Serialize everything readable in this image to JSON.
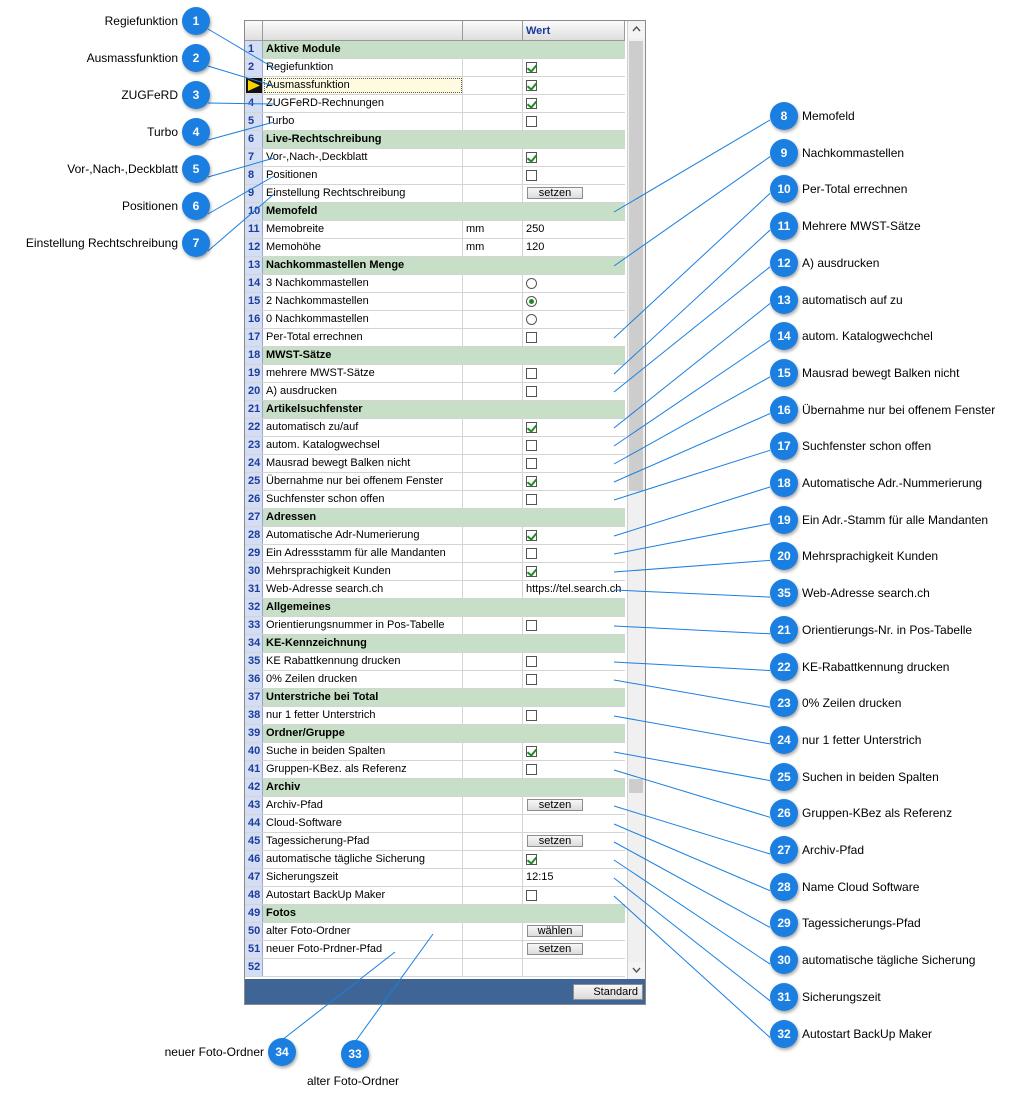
{
  "header": {
    "value_col": "Wert"
  },
  "footer": {
    "standard_label": "Standard"
  },
  "rows": [
    {
      "n": "1",
      "label": "Aktive Module",
      "section": true
    },
    {
      "n": "2",
      "label": "Regiefunktion",
      "type": "check",
      "checked": true
    },
    {
      "n": "3",
      "label": "Ausmassfunktion",
      "type": "check",
      "checked": true,
      "current": true
    },
    {
      "n": "4",
      "label": "ZUGFeRD-Rechnungen",
      "type": "check",
      "checked": true
    },
    {
      "n": "5",
      "label": "Turbo",
      "type": "check",
      "checked": false
    },
    {
      "n": "6",
      "label": "Live-Rechtschreibung",
      "section": true
    },
    {
      "n": "7",
      "label": "Vor-,Nach-,Deckblatt",
      "type": "check",
      "checked": true
    },
    {
      "n": "8",
      "label": "Positionen",
      "type": "check",
      "checked": false
    },
    {
      "n": "9",
      "label": "Einstellung Rechtschreibung",
      "type": "button",
      "button": "setzen"
    },
    {
      "n": "10",
      "label": "Memofeld",
      "section": true
    },
    {
      "n": "11",
      "label": "Memobreite",
      "unit": "mm",
      "type": "text",
      "value": "250"
    },
    {
      "n": "12",
      "label": "Memohöhe",
      "unit": "mm",
      "type": "text",
      "value": "120"
    },
    {
      "n": "13",
      "label": "Nachkommastellen Menge",
      "section": true
    },
    {
      "n": "14",
      "label": "3 Nachkommastellen",
      "type": "radio",
      "checked": false
    },
    {
      "n": "15",
      "label": "2 Nachkommastellen",
      "type": "radio",
      "checked": true
    },
    {
      "n": "16",
      "label": "0 Nachkommastellen",
      "type": "radio",
      "checked": false
    },
    {
      "n": "17",
      "label": "Per-Total errechnen",
      "type": "check",
      "checked": false
    },
    {
      "n": "18",
      "label": "MWST-Sätze",
      "section": true
    },
    {
      "n": "19",
      "label": "mehrere MWST-Sätze",
      "type": "check",
      "checked": false
    },
    {
      "n": "20",
      "label": "A) ausdrucken",
      "type": "check",
      "checked": false
    },
    {
      "n": "21",
      "label": "Artikelsuchfenster",
      "section": true
    },
    {
      "n": "22",
      "label": "automatisch zu/auf",
      "type": "check",
      "checked": true
    },
    {
      "n": "23",
      "label": "autom. Katalogwechsel",
      "type": "check",
      "checked": false
    },
    {
      "n": "24",
      "label": "Mausrad bewegt Balken nicht",
      "type": "check",
      "checked": false
    },
    {
      "n": "25",
      "label": "Übernahme nur bei offenem Fenster",
      "type": "check",
      "checked": true
    },
    {
      "n": "26",
      "label": "Suchfenster schon offen",
      "type": "check",
      "checked": false
    },
    {
      "n": "27",
      "label": "Adressen",
      "section": true
    },
    {
      "n": "28",
      "label": "Automatische Adr-Numerierung",
      "type": "check",
      "checked": true
    },
    {
      "n": "29",
      "label": "Ein Adressstamm für alle Mandanten",
      "type": "check",
      "checked": false
    },
    {
      "n": "30",
      "label": "Mehrsprachigkeit Kunden",
      "type": "check",
      "checked": true
    },
    {
      "n": "31",
      "label": "Web-Adresse search.ch",
      "type": "text",
      "value": "https://tel.search.ch"
    },
    {
      "n": "32",
      "label": "Allgemeines",
      "section": true
    },
    {
      "n": "33",
      "label": "Orientierungsnummer in Pos-Tabelle",
      "type": "check",
      "checked": false
    },
    {
      "n": "34",
      "label": "KE-Kennzeichnung",
      "section": true
    },
    {
      "n": "35",
      "label": "KE Rabattkennung drucken",
      "type": "check",
      "checked": false
    },
    {
      "n": "36",
      "label": "0% Zeilen drucken",
      "type": "check",
      "checked": false
    },
    {
      "n": "37",
      "label": "Unterstriche bei Total",
      "section": true
    },
    {
      "n": "38",
      "label": "nur 1 fetter Unterstrich",
      "type": "check",
      "checked": false
    },
    {
      "n": "39",
      "label": "Ordner/Gruppe",
      "section": true
    },
    {
      "n": "40",
      "label": "Suche in beiden Spalten",
      "type": "check",
      "checked": true
    },
    {
      "n": "41",
      "label": "Gruppen-KBez. als Referenz",
      "type": "check",
      "checked": false
    },
    {
      "n": "42",
      "label": "Archiv",
      "section": true
    },
    {
      "n": "43",
      "label": "Archiv-Pfad",
      "type": "button",
      "button": "setzen"
    },
    {
      "n": "44",
      "label": "Cloud-Software",
      "type": "text",
      "value": ""
    },
    {
      "n": "45",
      "label": "Tagessicherung-Pfad",
      "type": "button",
      "button": "setzen"
    },
    {
      "n": "46",
      "label": "automatische tägliche Sicherung",
      "type": "check",
      "checked": true
    },
    {
      "n": "47",
      "label": "Sicherungszeit",
      "type": "text",
      "value": "12:15"
    },
    {
      "n": "48",
      "label": "Autostart BackUp Maker",
      "type": "check",
      "checked": false
    },
    {
      "n": "49",
      "label": "Fotos",
      "section": true
    },
    {
      "n": "50",
      "label": "alter Foto-Ordner",
      "type": "button",
      "button": "wählen"
    },
    {
      "n": "51",
      "label": "neuer Foto-Prdner-Pfad",
      "type": "button",
      "button": "setzen"
    },
    {
      "n": "52",
      "label": "",
      "type": "text",
      "value": ""
    }
  ],
  "callouts_left": [
    {
      "num": "1",
      "text": "Regiefunktion",
      "target_row": 2
    },
    {
      "num": "2",
      "text": "Ausmassfunktion",
      "target_row": 3
    },
    {
      "num": "3",
      "text": "ZUGFeRD",
      "target_row": 4
    },
    {
      "num": "4",
      "text": "Turbo",
      "target_row": 5
    },
    {
      "num": "5",
      "text": "Vor-,Nach-,Deckblatt",
      "target_row": 7
    },
    {
      "num": "6",
      "text": "Positionen",
      "target_row": 8
    },
    {
      "num": "7",
      "text": "Einstellung Rechtschreibung",
      "target_row": 9
    }
  ],
  "callouts_right": [
    {
      "num": "8",
      "text": "Memofeld",
      "target_row": 10
    },
    {
      "num": "9",
      "text": "Nachkommastellen",
      "target_row": 13
    },
    {
      "num": "10",
      "text": "Per-Total errechnen",
      "target_row": 17
    },
    {
      "num": "11",
      "text": "Mehrere MWST-Sätze",
      "target_row": 19
    },
    {
      "num": "12",
      "text": "A) ausdrucken",
      "target_row": 20
    },
    {
      "num": "13",
      "text": "automatisch auf zu",
      "target_row": 22
    },
    {
      "num": "14",
      "text": "autom. Katalogwechchel",
      "target_row": 23
    },
    {
      "num": "15",
      "text": "Mausrad bewegt Balken nicht",
      "target_row": 24
    },
    {
      "num": "16",
      "text": "Übernahme nur bei offenem Fenster",
      "target_row": 25
    },
    {
      "num": "17",
      "text": "Suchfenster schon offen",
      "target_row": 26
    },
    {
      "num": "18",
      "text": "Automatische Adr.-Nummerierung",
      "target_row": 28
    },
    {
      "num": "19",
      "text": "Ein Adr.-Stamm für alle Mandanten",
      "target_row": 29
    },
    {
      "num": "20",
      "text": "Mehrsprachigkeit Kunden",
      "target_row": 30
    },
    {
      "num": "35",
      "text": "Web-Adresse search.ch",
      "target_row": 31
    },
    {
      "num": "21",
      "text": "Orientierungs-Nr. in Pos-Tabelle",
      "target_row": 33
    },
    {
      "num": "22",
      "text": "KE-Rabattkennung drucken",
      "target_row": 35
    },
    {
      "num": "23",
      "text": "0% Zeilen drucken",
      "target_row": 36
    },
    {
      "num": "24",
      "text": "nur 1 fetter Unterstrich",
      "target_row": 38
    },
    {
      "num": "25",
      "text": "Suchen in beiden Spalten",
      "target_row": 40
    },
    {
      "num": "26",
      "text": "Gruppen-KBez als Referenz",
      "target_row": 41
    },
    {
      "num": "27",
      "text": "Archiv-Pfad",
      "target_row": 43
    },
    {
      "num": "28",
      "text": "Name Cloud Software",
      "target_row": 44
    },
    {
      "num": "29",
      "text": "Tagessicherungs-Pfad",
      "target_row": 45
    },
    {
      "num": "30",
      "text": "automatische tägliche Sicherung",
      "target_row": 46
    },
    {
      "num": "31",
      "text": "Sicherungszeit",
      "target_row": 47
    },
    {
      "num": "32",
      "text": "Autostart BackUp Maker",
      "target_row": 48
    }
  ],
  "callouts_bottom": [
    {
      "num": "34",
      "text": "neuer Foto-Ordner",
      "target_row": 51
    },
    {
      "num": "33",
      "text": "alter Foto-Ordner",
      "target_row": 50
    }
  ]
}
